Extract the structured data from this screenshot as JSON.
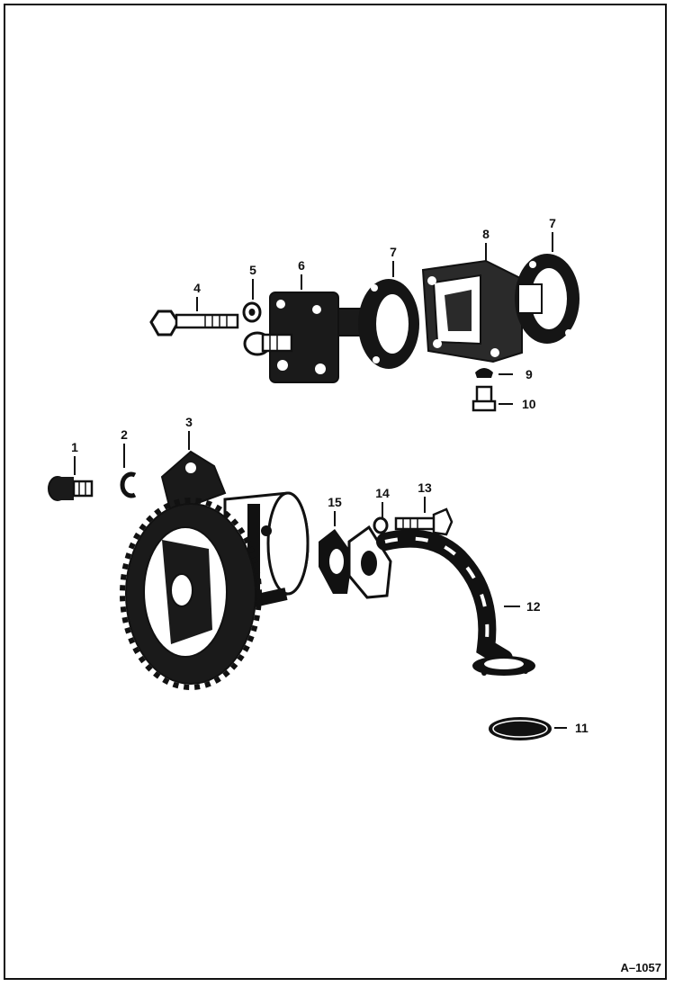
{
  "figure": {
    "figure_number": "A–1057",
    "callouts": {
      "c1": "1",
      "c2": "2",
      "c3": "3",
      "c4": "4",
      "c5": "5",
      "c6": "6",
      "c7a": "7",
      "c7b": "7",
      "c8": "8",
      "c9": "9",
      "c10": "10",
      "c11": "11",
      "c12": "12",
      "c13": "13",
      "c14": "14",
      "c15": "15"
    }
  },
  "colors": {
    "ink": "#111111",
    "paper": "#ffffff"
  }
}
